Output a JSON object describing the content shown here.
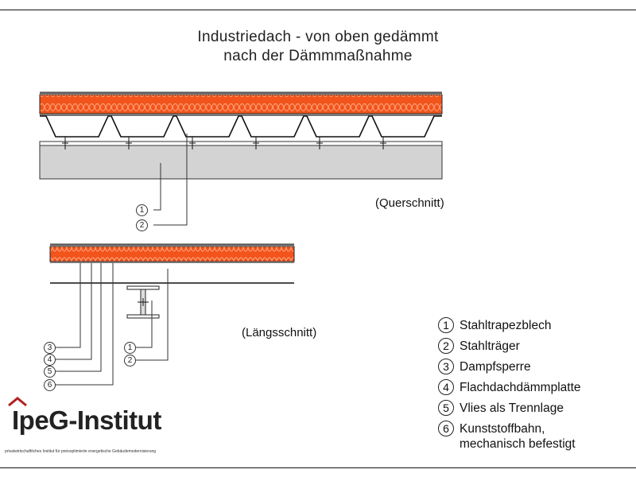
{
  "title_line1": "Industriedach - von oben gedämmt",
  "title_line2": "nach der Dämmmaßnahme",
  "views": {
    "cross_section": "(Querschnitt)",
    "longitudinal_section": "(Längsschnitt)"
  },
  "legend": [
    {
      "num": "1",
      "text": "Stahltrapezblech"
    },
    {
      "num": "2",
      "text": "Stahlträger"
    },
    {
      "num": "3",
      "text": "Dampfsperre"
    },
    {
      "num": "4",
      "text": "Flachdachdämmplatte"
    },
    {
      "num": "5",
      "text": "Vlies als Trennlage"
    },
    {
      "num": "6",
      "text": "Kunststoffbahn,\nmechanisch befestigt"
    }
  ],
  "callouts": {
    "cross": [
      "1",
      "2"
    ],
    "long_left": [
      "3",
      "4",
      "5",
      "6"
    ],
    "long_right": [
      "1",
      "2"
    ]
  },
  "logo": {
    "name": "IpeG-Institut",
    "subtitle": "privatwirtschaftliches Institut für preisoptimierte energetische Gebäudemodernisierung"
  },
  "colors": {
    "insulation": "#f2541c",
    "beam": "#d3d3d3",
    "membrane": "#9a9a9a",
    "logo_accent": "#b22222"
  }
}
